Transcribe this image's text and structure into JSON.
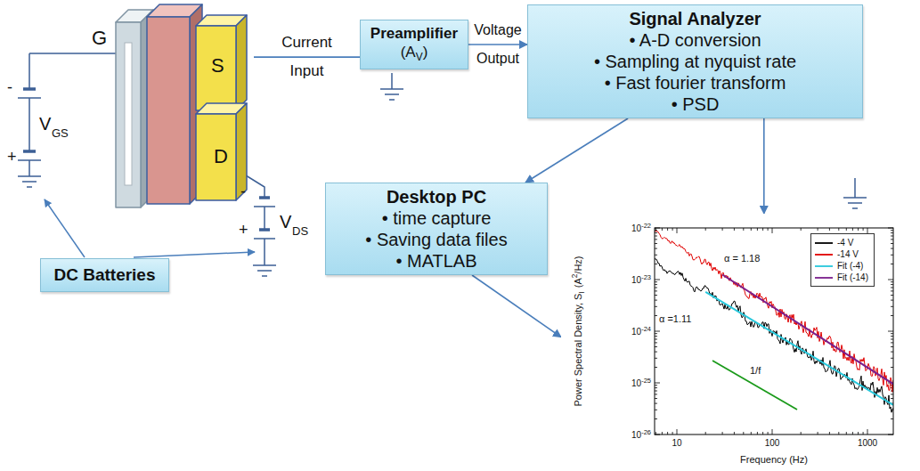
{
  "diagram": {
    "nodes": [
      {
        "text": [
          "G",
          "S",
          "D"
        ]
      },
      {
        "text": [
          "Preamplifier",
          "(A",
          "V",
          ")"
        ]
      },
      {
        "text": [
          "Signal Analyzer",
          "• A-D conversion",
          "• Sampling at nyquist rate",
          "• Fast fourier transform",
          "• PSD"
        ]
      },
      {
        "text": [
          "Desktop PC",
          "• time capture",
          "• Saving data files",
          "• MATLAB"
        ]
      },
      {
        "text": [
          "DC Batteries"
        ]
      },
      {
        "text": [
          "Power Spectral Density, S",
          "I",
          "(A",
          "2",
          "/Hz)",
          "Frequency (Hz)",
          "10",
          "100",
          "1000",
          "10",
          "-22",
          "10",
          "-23",
          "10",
          "-24",
          "10",
          "-25",
          "10",
          "-26",
          "α = 1.18",
          "α =1.11",
          "1/f"
        ]
      }
    ],
    "edges": [
      {
        "from": 0,
        "to": 1,
        "label": "Current Input",
        "arrow": "none"
      },
      {
        "from": 1,
        "to": 2,
        "label": "Voltage Output",
        "arrow": "to"
      },
      {
        "from": 2,
        "to": 3,
        "arrow": "to"
      },
      {
        "from": 2,
        "to": 5,
        "arrow": "to"
      },
      {
        "from": 3,
        "to": 5,
        "arrow": "to"
      }
    ],
    "labels": [
      "-",
      "+",
      "V",
      "GS",
      "-",
      "+",
      "V",
      "DS"
    ],
    "legend": [
      {
        "text": "-4 V"
      },
      {
        "text": "-14 V"
      },
      {
        "text": "Fit (-4)"
      },
      {
        "text": "Fit (-14)"
      }
    ]
  }
}
